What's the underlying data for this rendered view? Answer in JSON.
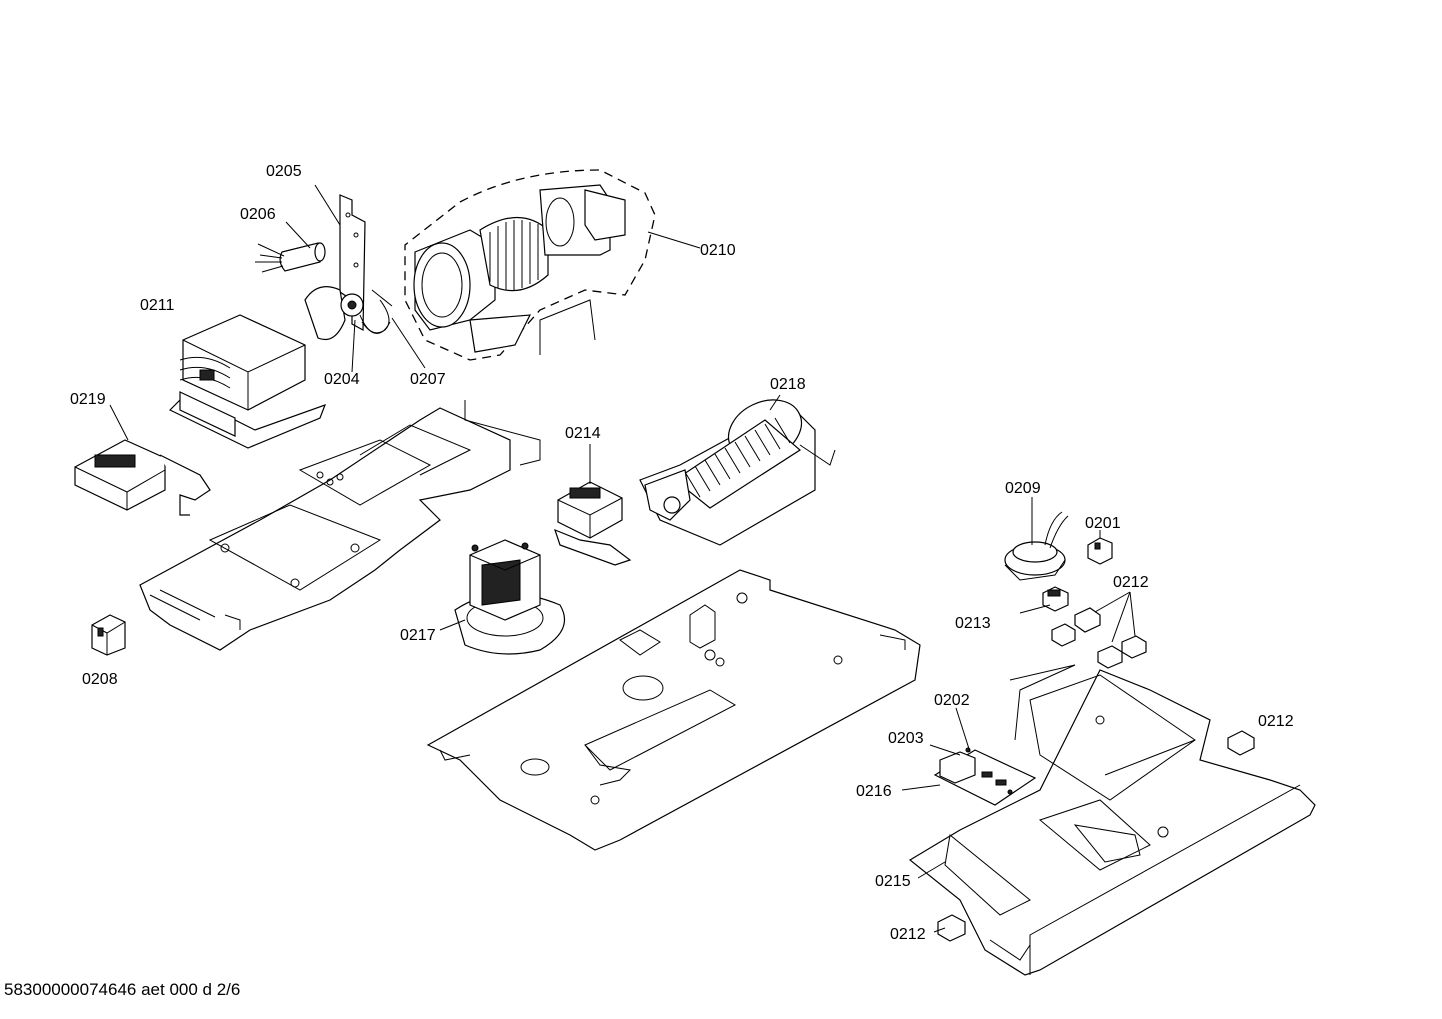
{
  "labels": {
    "p0205": "0205",
    "p0206": "0206",
    "p0210": "0210",
    "p0211": "0211",
    "p0204": "0204",
    "p0207": "0207",
    "p0219": "0219",
    "p0218": "0218",
    "p0214": "0214",
    "p0217": "0217",
    "p0208": "0208",
    "p0209": "0209",
    "p0201": "0201",
    "p0212a": "0212",
    "p0213": "0213",
    "p0202": "0202",
    "p0212b": "0212",
    "p0203": "0203",
    "p0216": "0216",
    "p0215": "0215",
    "p0212c": "0212"
  },
  "footer": "58300000074646 aet 000 d 2/6"
}
